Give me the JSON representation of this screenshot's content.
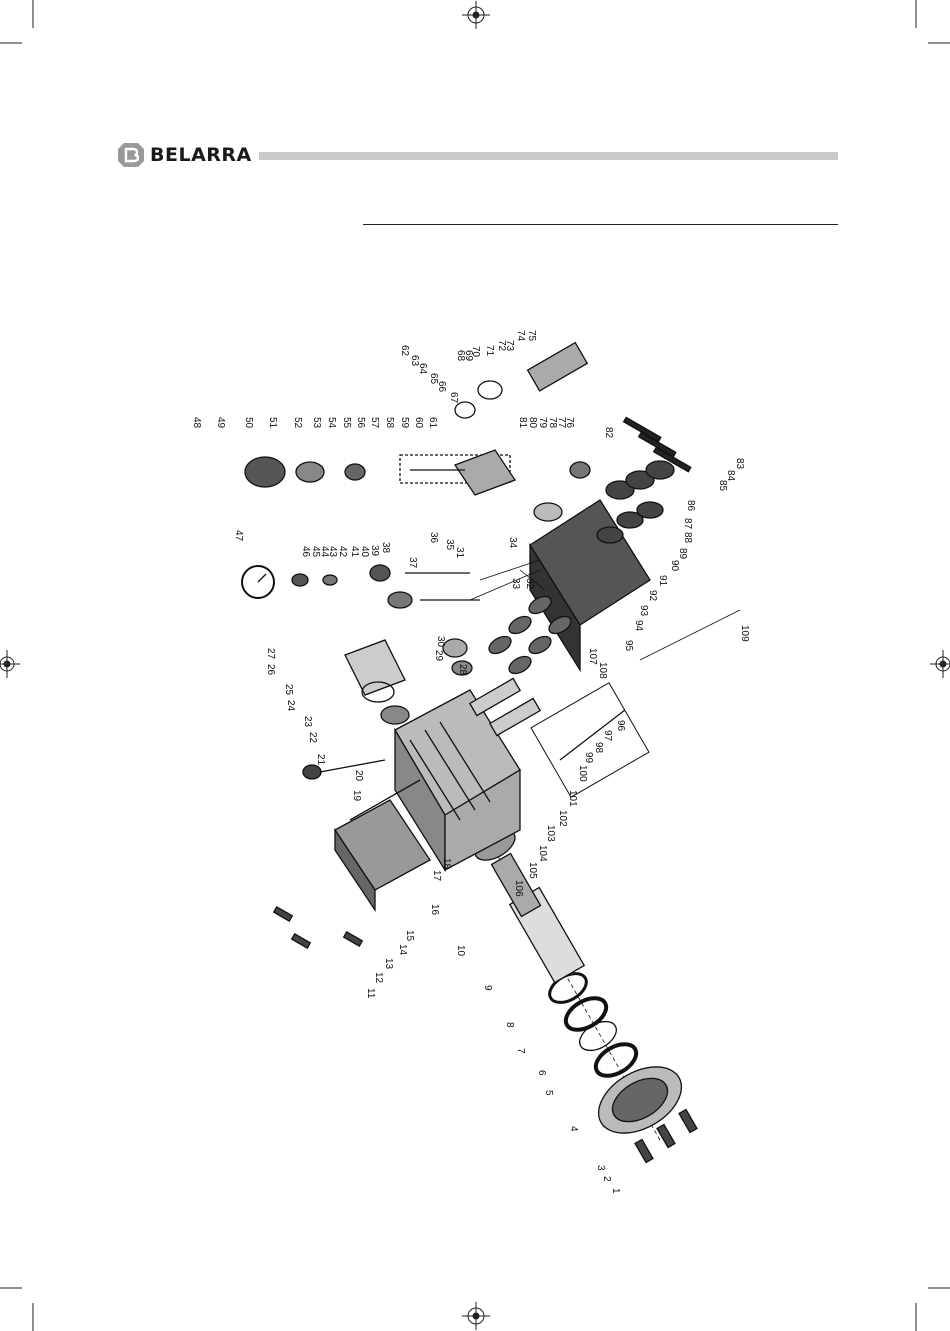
{
  "header": {
    "brand_name": "BELARRA",
    "logo_icon": "belarra-logo-icon"
  },
  "diagram": {
    "part_labels": [
      "1",
      "2",
      "3",
      "4",
      "5",
      "6",
      "7",
      "8",
      "9",
      "10",
      "11",
      "12",
      "13",
      "14",
      "15",
      "16",
      "17",
      "18",
      "19",
      "20",
      "21",
      "22",
      "23",
      "24",
      "25",
      "26",
      "27",
      "28",
      "29",
      "30",
      "31",
      "32",
      "33",
      "34",
      "35",
      "36",
      "37",
      "38",
      "39",
      "40",
      "41",
      "42",
      "43",
      "44",
      "45",
      "46",
      "47",
      "48",
      "49",
      "50",
      "51",
      "52",
      "53",
      "54",
      "55",
      "56",
      "57",
      "58",
      "59",
      "60",
      "61",
      "62",
      "63",
      "64",
      "65",
      "66",
      "67",
      "68",
      "69",
      "70",
      "71",
      "72",
      "73",
      "74",
      "75",
      "76",
      "77",
      "78",
      "79",
      "80",
      "81",
      "82",
      "83",
      "84",
      "85",
      "86",
      "87",
      "88",
      "89",
      "90",
      "91",
      "92",
      "93",
      "94",
      "95",
      "96",
      "97",
      "98",
      "99",
      "100",
      "101",
      "102",
      "103",
      "104",
      "105",
      "106",
      "107",
      "108",
      "109"
    ]
  }
}
